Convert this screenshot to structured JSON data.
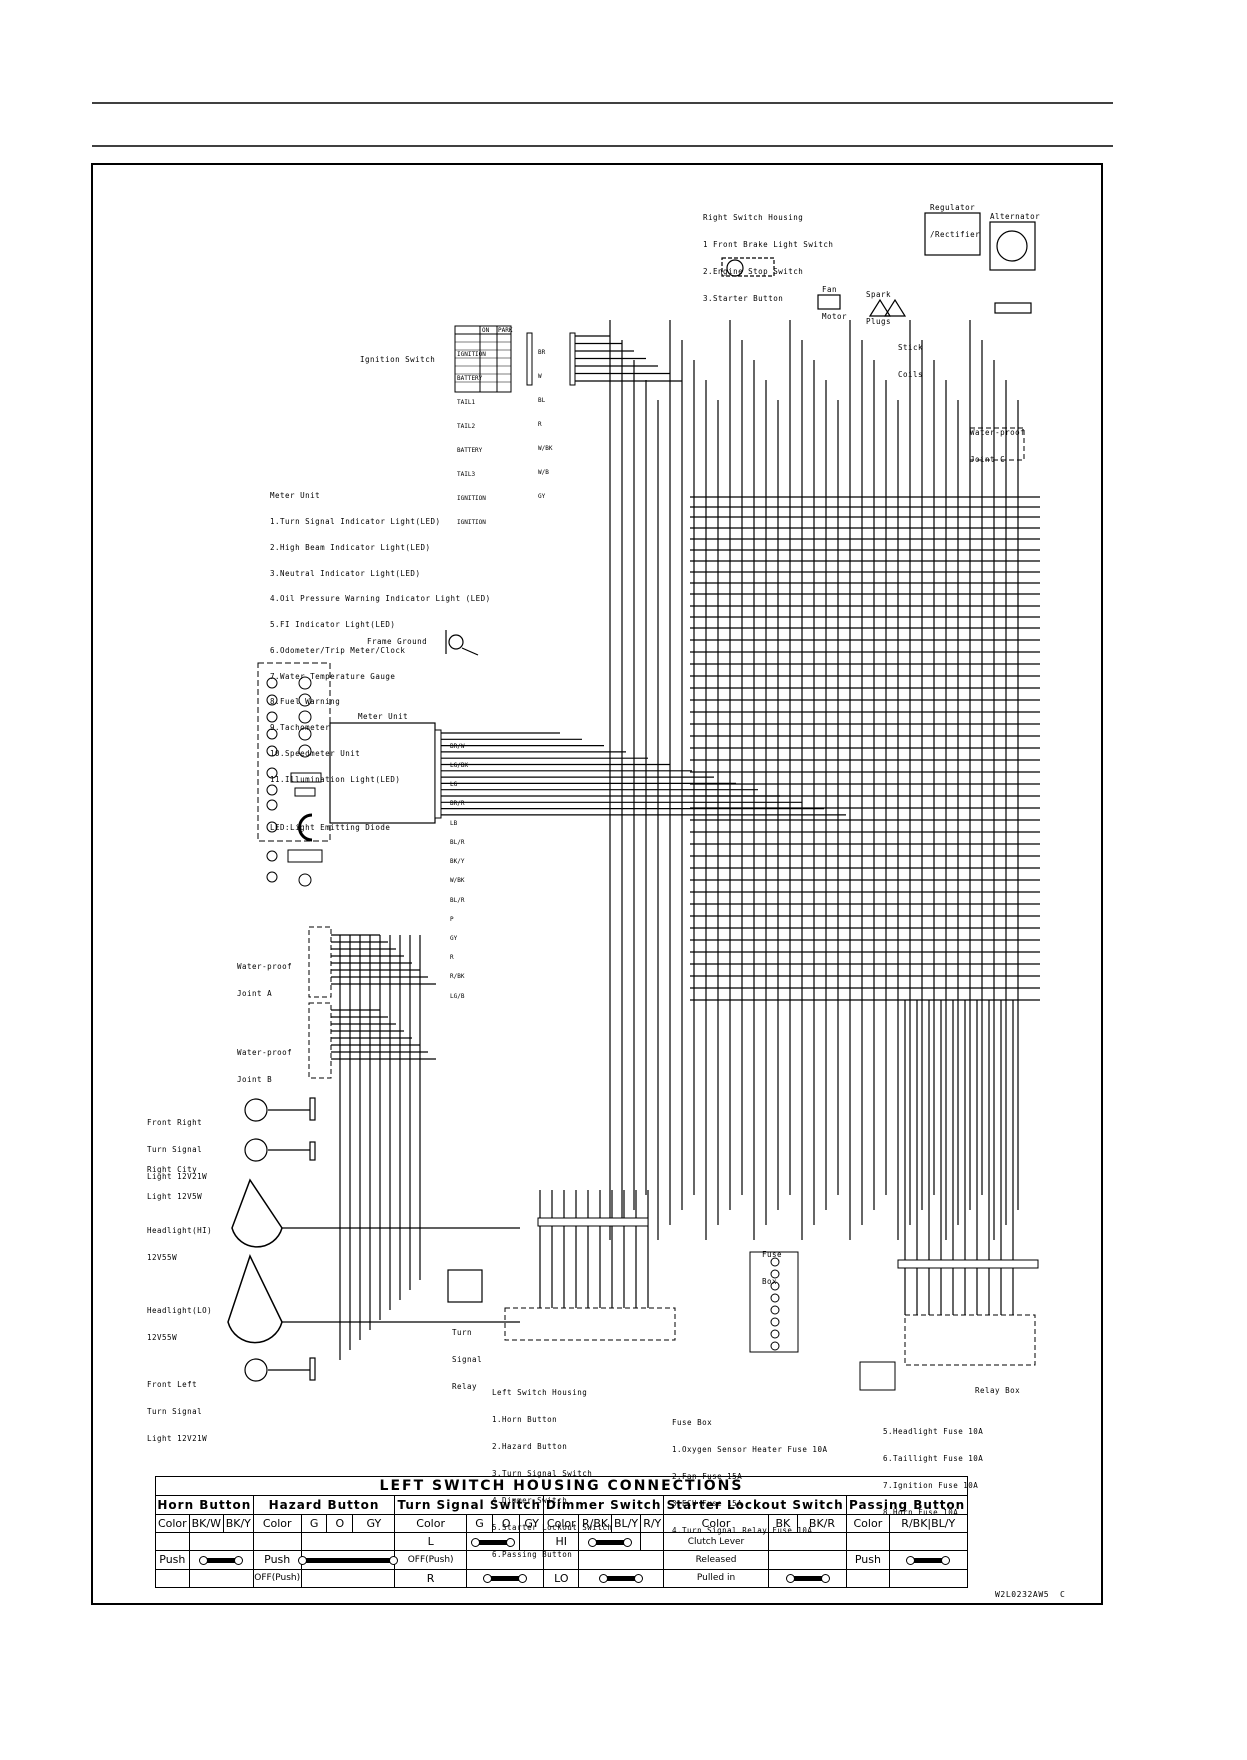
{
  "document_code": "W2L0232AW5  C",
  "right_switch_housing": {
    "title": "Right Switch Housing",
    "items": [
      "1 Front Brake Light Switch",
      "2.Engine Stop Switch",
      "3.Starter Button"
    ]
  },
  "regulator_label": [
    "Regulator",
    "/Rectifier"
  ],
  "alternator_label": "Alternator",
  "fan_motor_label": [
    "Fan",
    "Motor"
  ],
  "spark_plugs_label": [
    "Spark",
    "Plugs"
  ],
  "stick_coils_label": [
    "Stick",
    "Coils"
  ],
  "water_proof_c_label": [
    "Water-proof",
    "Joint C"
  ],
  "ignition_switch": {
    "label": "Ignition Switch",
    "header": [
      "ON",
      "PARK"
    ],
    "rows": [
      "IGNITION",
      "BATTERY",
      "TAIL1",
      "TAIL2",
      "BATTERY",
      "TAIL3",
      "IGNITION",
      "IGNITION"
    ],
    "wires": [
      "BR",
      "W",
      "BL",
      "R",
      "W/BK",
      "W/B",
      "GY"
    ]
  },
  "meter_unit_legend": {
    "title": "Meter Unit",
    "items": [
      "1.Turn Signal Indicator Light(LED)",
      "2.High Beam Indicator Light(LED)",
      "3.Neutral Indicator Light(LED)",
      "4.Oil Pressure Warning Indicator Light (LED)",
      "5.FI Indicator Light(LED)",
      "6.Odometer/Trip Meter/Clock",
      "7.Water Temperature Gauge",
      "8.Fuel Warning",
      "9.Tachometer",
      "10.Speedmeter Unit",
      "11.Illumination Light(LED)"
    ],
    "note": "LED:Light Emitting Diode"
  },
  "frame_ground_label": "Frame Ground",
  "meter_unit_label": "Meter Unit",
  "meter_unit_wires": [
    "BR/W",
    "LG/BK",
    "LG",
    "BR/R",
    "LB",
    "BL/R",
    "BK/Y",
    "W/BK",
    "BL/R",
    "P",
    "GY",
    "R",
    "R/BK",
    "LG/B"
  ],
  "water_proof_a_label": [
    "Water-proof",
    "Joint A"
  ],
  "water_proof_b_label": [
    "Water-proof",
    "Joint B"
  ],
  "lights": [
    {
      "label": [
        "Front Right",
        "Turn Signal",
        "Light 12V21W"
      ]
    },
    {
      "label": [
        "Right City",
        "Light 12V5W"
      ]
    },
    {
      "label": [
        "Headlight(HI)",
        "12V55W"
      ]
    },
    {
      "label": [
        "Headlight(LO)",
        "12V55W"
      ]
    },
    {
      "label": [
        "Front Left",
        "Turn Signal",
        "Light 12V21W"
      ]
    }
  ],
  "turn_signal_relay_label": [
    "Turn",
    "Signal",
    "Relay"
  ],
  "left_switch_housing": {
    "title": "Left Switch Housing",
    "items": [
      "1.Horn Button",
      "2.Hazard Button",
      "3.Turn Signal Switch",
      "4.Dimmer Switch",
      "5.Starter Lockout Switch",
      "6.Passing Button"
    ]
  },
  "fuse_box_label": [
    "Fuse",
    "Box"
  ],
  "fuse_box_legend": {
    "title": "Fuse Box",
    "left": [
      "1.Oxygen Sensor Heater Fuse 10A",
      "2.Fan Fuse 15A",
      "3.ECU Fuse 15A",
      "4.Turn Signal Relay Fuse 10A"
    ],
    "right": [
      "5.Headlight Fuse 10A",
      "6.Taillight Fuse 10A",
      "7.Ignition Fuse 10A",
      "8.Horn Fuse 10A"
    ]
  },
  "relay_box_label": "Relay Box",
  "connections_table": {
    "title": "LEFT SWITCH HOUSING CONNECTIONS",
    "groups": [
      "Horn Button",
      "Hazard Button",
      "Turn Signal Switch",
      "Dimmer Switch",
      "Starter Lockout Switch",
      "Passing Button"
    ],
    "color_label": "Color",
    "horn_cols": [
      "BK/W",
      "BK/Y"
    ],
    "hazard_cols": [
      "G",
      "O",
      "GY"
    ],
    "turn_cols": [
      "G",
      "O",
      "GY"
    ],
    "dimmer_cols": [
      "R/BK",
      "BL/Y",
      "R/Y"
    ],
    "lockout_cols": [
      "BK",
      "BK/R"
    ],
    "passing_cols": [
      "R/BK",
      "BL/Y"
    ],
    "push": "Push",
    "off_push": "OFF(Push)",
    "turn_L": "L",
    "turn_R": "R",
    "dim_HI": "HI",
    "dim_LO": "LO",
    "clutch_lever": "Clutch Lever",
    "released": "Released",
    "pulled_in": "Pulled in"
  }
}
